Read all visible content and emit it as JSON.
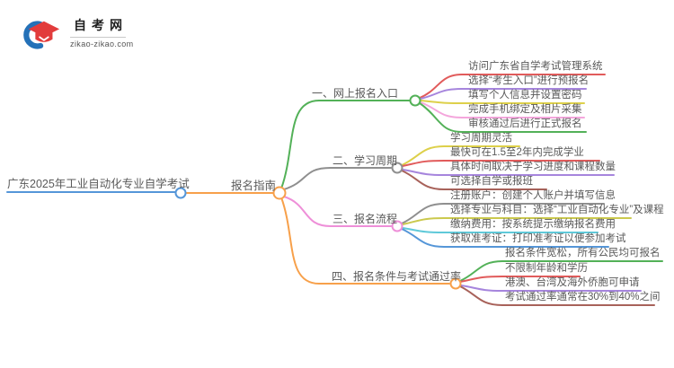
{
  "logo": {
    "title": "自考网",
    "domain": "zikao-zikao.com"
  },
  "root": {
    "label": "广东2025年工业自动化专业自学考试"
  },
  "hub": {
    "label": "报名指南"
  },
  "colors": {
    "blue": "#5596d8",
    "orange": "#f7a04a",
    "green": "#53b158",
    "gray": "#8f8f8f",
    "pink": "#ee8fd8",
    "red": "#e15b5b",
    "purple": "#a685dd",
    "yellow": "#ddd04a",
    "lightpink": "#f4a6dc",
    "brown": "#a8625a",
    "olive": "#cbc94e",
    "cyan": "#5fc9d9",
    "text": "#595959",
    "logo_blue": "#2471b8",
    "logo_red": "#e23c3c"
  },
  "branches": [
    {
      "label": "一、网上报名入口",
      "children": [
        {
          "label": "访问广东省自学考试管理系统"
        },
        {
          "label": "选择“考生入口”进行预报名"
        },
        {
          "label": "填写个人信息并设置密码"
        },
        {
          "label": "完成手机绑定及相片采集"
        },
        {
          "label": "审核通过后进行正式报名"
        }
      ]
    },
    {
      "label": "二、学习周期",
      "children": [
        {
          "label": "学习周期灵活"
        },
        {
          "label": "最快可在1.5至2年内完成学业"
        },
        {
          "label": "具体时间取决于学习进度和课程数量"
        },
        {
          "label": "可选择自学或报班"
        }
      ]
    },
    {
      "label": "三、报名流程",
      "children": [
        {
          "label": "注册账户：创建个人账户并填写信息"
        },
        {
          "label": "选择专业与科目：选择“工业自动化专业”及课程"
        },
        {
          "label": "缴纳费用：按系统提示缴纳报名费用"
        },
        {
          "label": "获取准考证：打印准考证以便参加考试"
        }
      ]
    },
    {
      "label": "四、报名条件与考试通过率",
      "children": [
        {
          "label": "报名条件宽松，所有公民均可报名"
        },
        {
          "label": "不限制年龄和学历"
        },
        {
          "label": "港澳、台湾及海外侨胞可申请"
        },
        {
          "label": "考试通过率通常在30%到40%之间"
        }
      ]
    }
  ]
}
